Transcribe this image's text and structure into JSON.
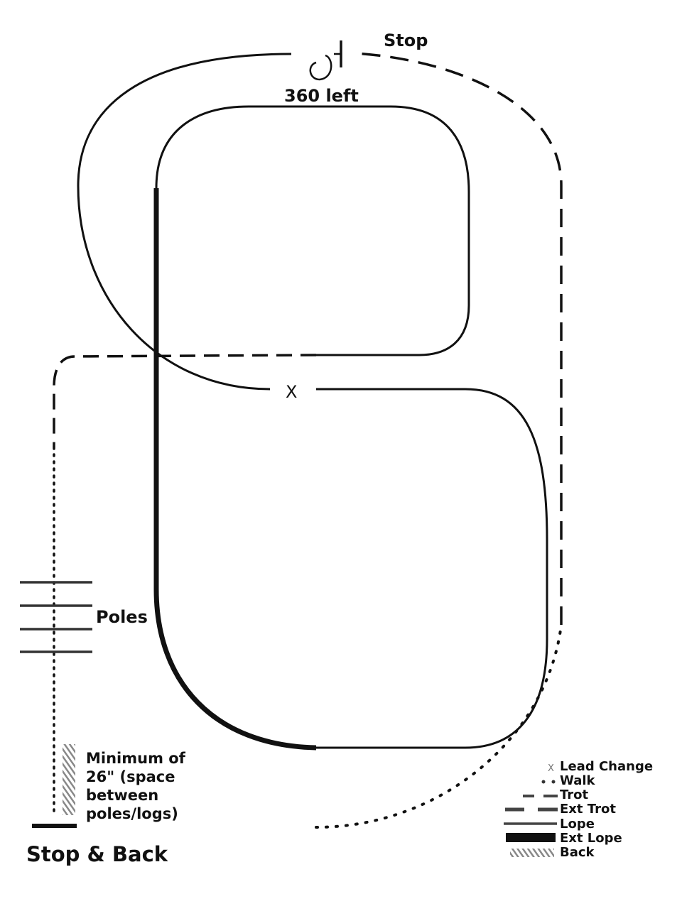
{
  "labels": {
    "stop": "Stop",
    "spin": "360 left",
    "lead_change_mark": "X",
    "poles": "Poles",
    "minimum_lines": [
      "Minimum of",
      "26\" (space",
      "between",
      "poles/logs)"
    ],
    "stop_and_back": "Stop & Back"
  },
  "legend": [
    {
      "symbol": "lead-change",
      "label": "Lead Change"
    },
    {
      "symbol": "walk",
      "label": "Walk"
    },
    {
      "symbol": "trot",
      "label": "Trot"
    },
    {
      "symbol": "ext-trot",
      "label": "Ext Trot"
    },
    {
      "symbol": "lope",
      "label": "Lope"
    },
    {
      "symbol": "ext-lope",
      "label": "Ext Lope"
    },
    {
      "symbol": "back",
      "label": "Back"
    }
  ],
  "colors": {
    "line": "#111111",
    "back_hatch": "#888888"
  }
}
